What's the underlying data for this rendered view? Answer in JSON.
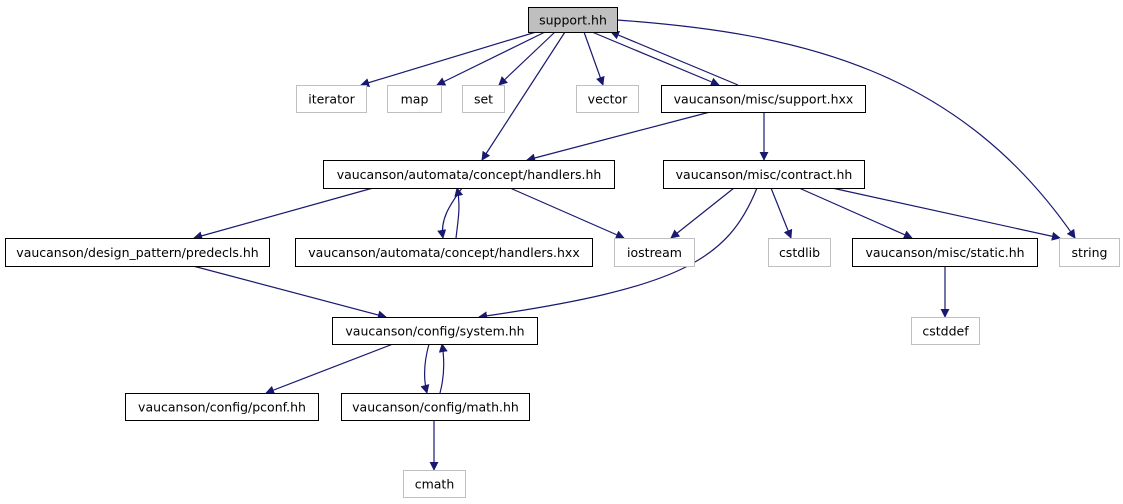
{
  "diagram": {
    "root": "support.hh",
    "colors": {
      "edge": "#191970",
      "root_fill": "#bfbfbf",
      "external_border": "#bfbfbf",
      "local_border": "#000000"
    },
    "nodes": [
      {
        "id": "support_hh",
        "label": "support.hh",
        "kind": "main"
      },
      {
        "id": "iterator",
        "label": "iterator",
        "kind": "external"
      },
      {
        "id": "map",
        "label": "map",
        "kind": "external"
      },
      {
        "id": "set",
        "label": "set",
        "kind": "external"
      },
      {
        "id": "vector",
        "label": "vector",
        "kind": "external"
      },
      {
        "id": "support_hxx",
        "label": "vaucanson/misc/support.hxx",
        "kind": "local"
      },
      {
        "id": "handlers_hh",
        "label": "vaucanson/automata/concept/handlers.hh",
        "kind": "local"
      },
      {
        "id": "contract_hh",
        "label": "vaucanson/misc/contract.hh",
        "kind": "local"
      },
      {
        "id": "predecls_hh",
        "label": "vaucanson/design_pattern/predecls.hh",
        "kind": "local"
      },
      {
        "id": "handlers_hxx",
        "label": "vaucanson/automata/concept/handlers.hxx",
        "kind": "local"
      },
      {
        "id": "iostream",
        "label": "iostream",
        "kind": "external"
      },
      {
        "id": "cstdlib",
        "label": "cstdlib",
        "kind": "external"
      },
      {
        "id": "static_hh",
        "label": "vaucanson/misc/static.hh",
        "kind": "local"
      },
      {
        "id": "string",
        "label": "string",
        "kind": "external"
      },
      {
        "id": "system_hh",
        "label": "vaucanson/config/system.hh",
        "kind": "local"
      },
      {
        "id": "cstddef",
        "label": "cstddef",
        "kind": "external"
      },
      {
        "id": "pconf_hh",
        "label": "vaucanson/config/pconf.hh",
        "kind": "local"
      },
      {
        "id": "math_hh",
        "label": "vaucanson/config/math.hh",
        "kind": "local"
      },
      {
        "id": "cmath",
        "label": "cmath",
        "kind": "external"
      }
    ],
    "edges": [
      {
        "from": "support_hh",
        "to": "iterator"
      },
      {
        "from": "support_hh",
        "to": "map"
      },
      {
        "from": "support_hh",
        "to": "set"
      },
      {
        "from": "support_hh",
        "to": "vector"
      },
      {
        "from": "support_hh",
        "to": "support_hxx"
      },
      {
        "from": "support_hxx",
        "to": "support_hh"
      },
      {
        "from": "support_hh",
        "to": "handlers_hh"
      },
      {
        "from": "support_hh",
        "to": "string"
      },
      {
        "from": "support_hxx",
        "to": "handlers_hh"
      },
      {
        "from": "support_hxx",
        "to": "contract_hh"
      },
      {
        "from": "handlers_hh",
        "to": "predecls_hh"
      },
      {
        "from": "handlers_hh",
        "to": "handlers_hxx"
      },
      {
        "from": "handlers_hxx",
        "to": "handlers_hh"
      },
      {
        "from": "handlers_hh",
        "to": "iostream"
      },
      {
        "from": "contract_hh",
        "to": "iostream"
      },
      {
        "from": "contract_hh",
        "to": "cstdlib"
      },
      {
        "from": "contract_hh",
        "to": "static_hh"
      },
      {
        "from": "contract_hh",
        "to": "string"
      },
      {
        "from": "contract_hh",
        "to": "system_hh"
      },
      {
        "from": "predecls_hh",
        "to": "system_hh"
      },
      {
        "from": "static_hh",
        "to": "cstddef"
      },
      {
        "from": "system_hh",
        "to": "pconf_hh"
      },
      {
        "from": "system_hh",
        "to": "math_hh"
      },
      {
        "from": "math_hh",
        "to": "system_hh"
      },
      {
        "from": "math_hh",
        "to": "cmath"
      }
    ]
  }
}
